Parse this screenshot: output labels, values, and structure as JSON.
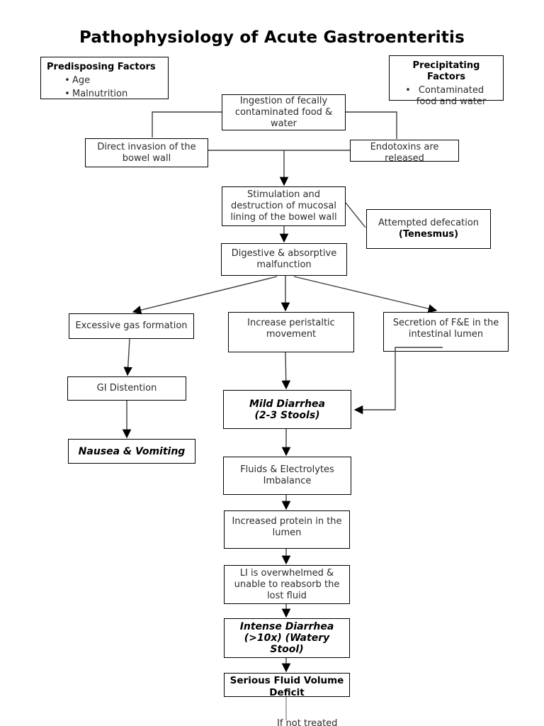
{
  "title": "Pathophysiology of Acute Gastroenteritis",
  "bullet_char": "•",
  "nodes": {
    "predisposing": {
      "title": "Predisposing Factors",
      "bullets": [
        "Age",
        "Malnutrition"
      ]
    },
    "precipitating": {
      "title": "Precipitating Factors",
      "bullets": [
        "Contaminated food and water"
      ]
    },
    "ingestion": {
      "text": "Ingestion of fecally contaminated food & water"
    },
    "direct_invasion": {
      "text": "Direct invasion of the bowel wall"
    },
    "endotoxins": {
      "text": "Endotoxins are released"
    },
    "stimulation": {
      "text": "Stimulation and destruction of mucosal lining of the bowel wall"
    },
    "defecation": {
      "line1": "Attempted defecation",
      "line2": "(Tenesmus)"
    },
    "digestive": {
      "text": "Digestive & absorptive malfunction"
    },
    "excessive_gas": {
      "text": "Excessive gas formation"
    },
    "peristaltic": {
      "text": "Increase peristaltic movement"
    },
    "secretion": {
      "text": "Secretion of F&E in the intestinal lumen"
    },
    "gi_distention": {
      "text": "GI Distention"
    },
    "nausea": {
      "text": "Nausea & Vomiting"
    },
    "mild_diarrhea": {
      "lines": [
        "Mild Diarrhea",
        "(2-3 Stools)"
      ]
    },
    "fluids": {
      "text": "Fluids & Electrolytes Imbalance"
    },
    "protein": {
      "text": "Increased protein in the lumen"
    },
    "li_overwhelmed": {
      "text": "LI is overwhelmed & unable to reabsorb the lost fluid"
    },
    "intense_diarrhea": {
      "lines": [
        "Intense Diarrhea",
        "(>10x) (Watery",
        "Stool)"
      ]
    },
    "serious_fluid": {
      "text": "Serious Fluid Volume Deficit"
    },
    "tail_note": {
      "text": "If not treated"
    }
  },
  "colors": {
    "box_border": "#000000",
    "line": "#3c3c3c",
    "arrowhead": "#000000",
    "tail_line": "#8f8f8f"
  }
}
